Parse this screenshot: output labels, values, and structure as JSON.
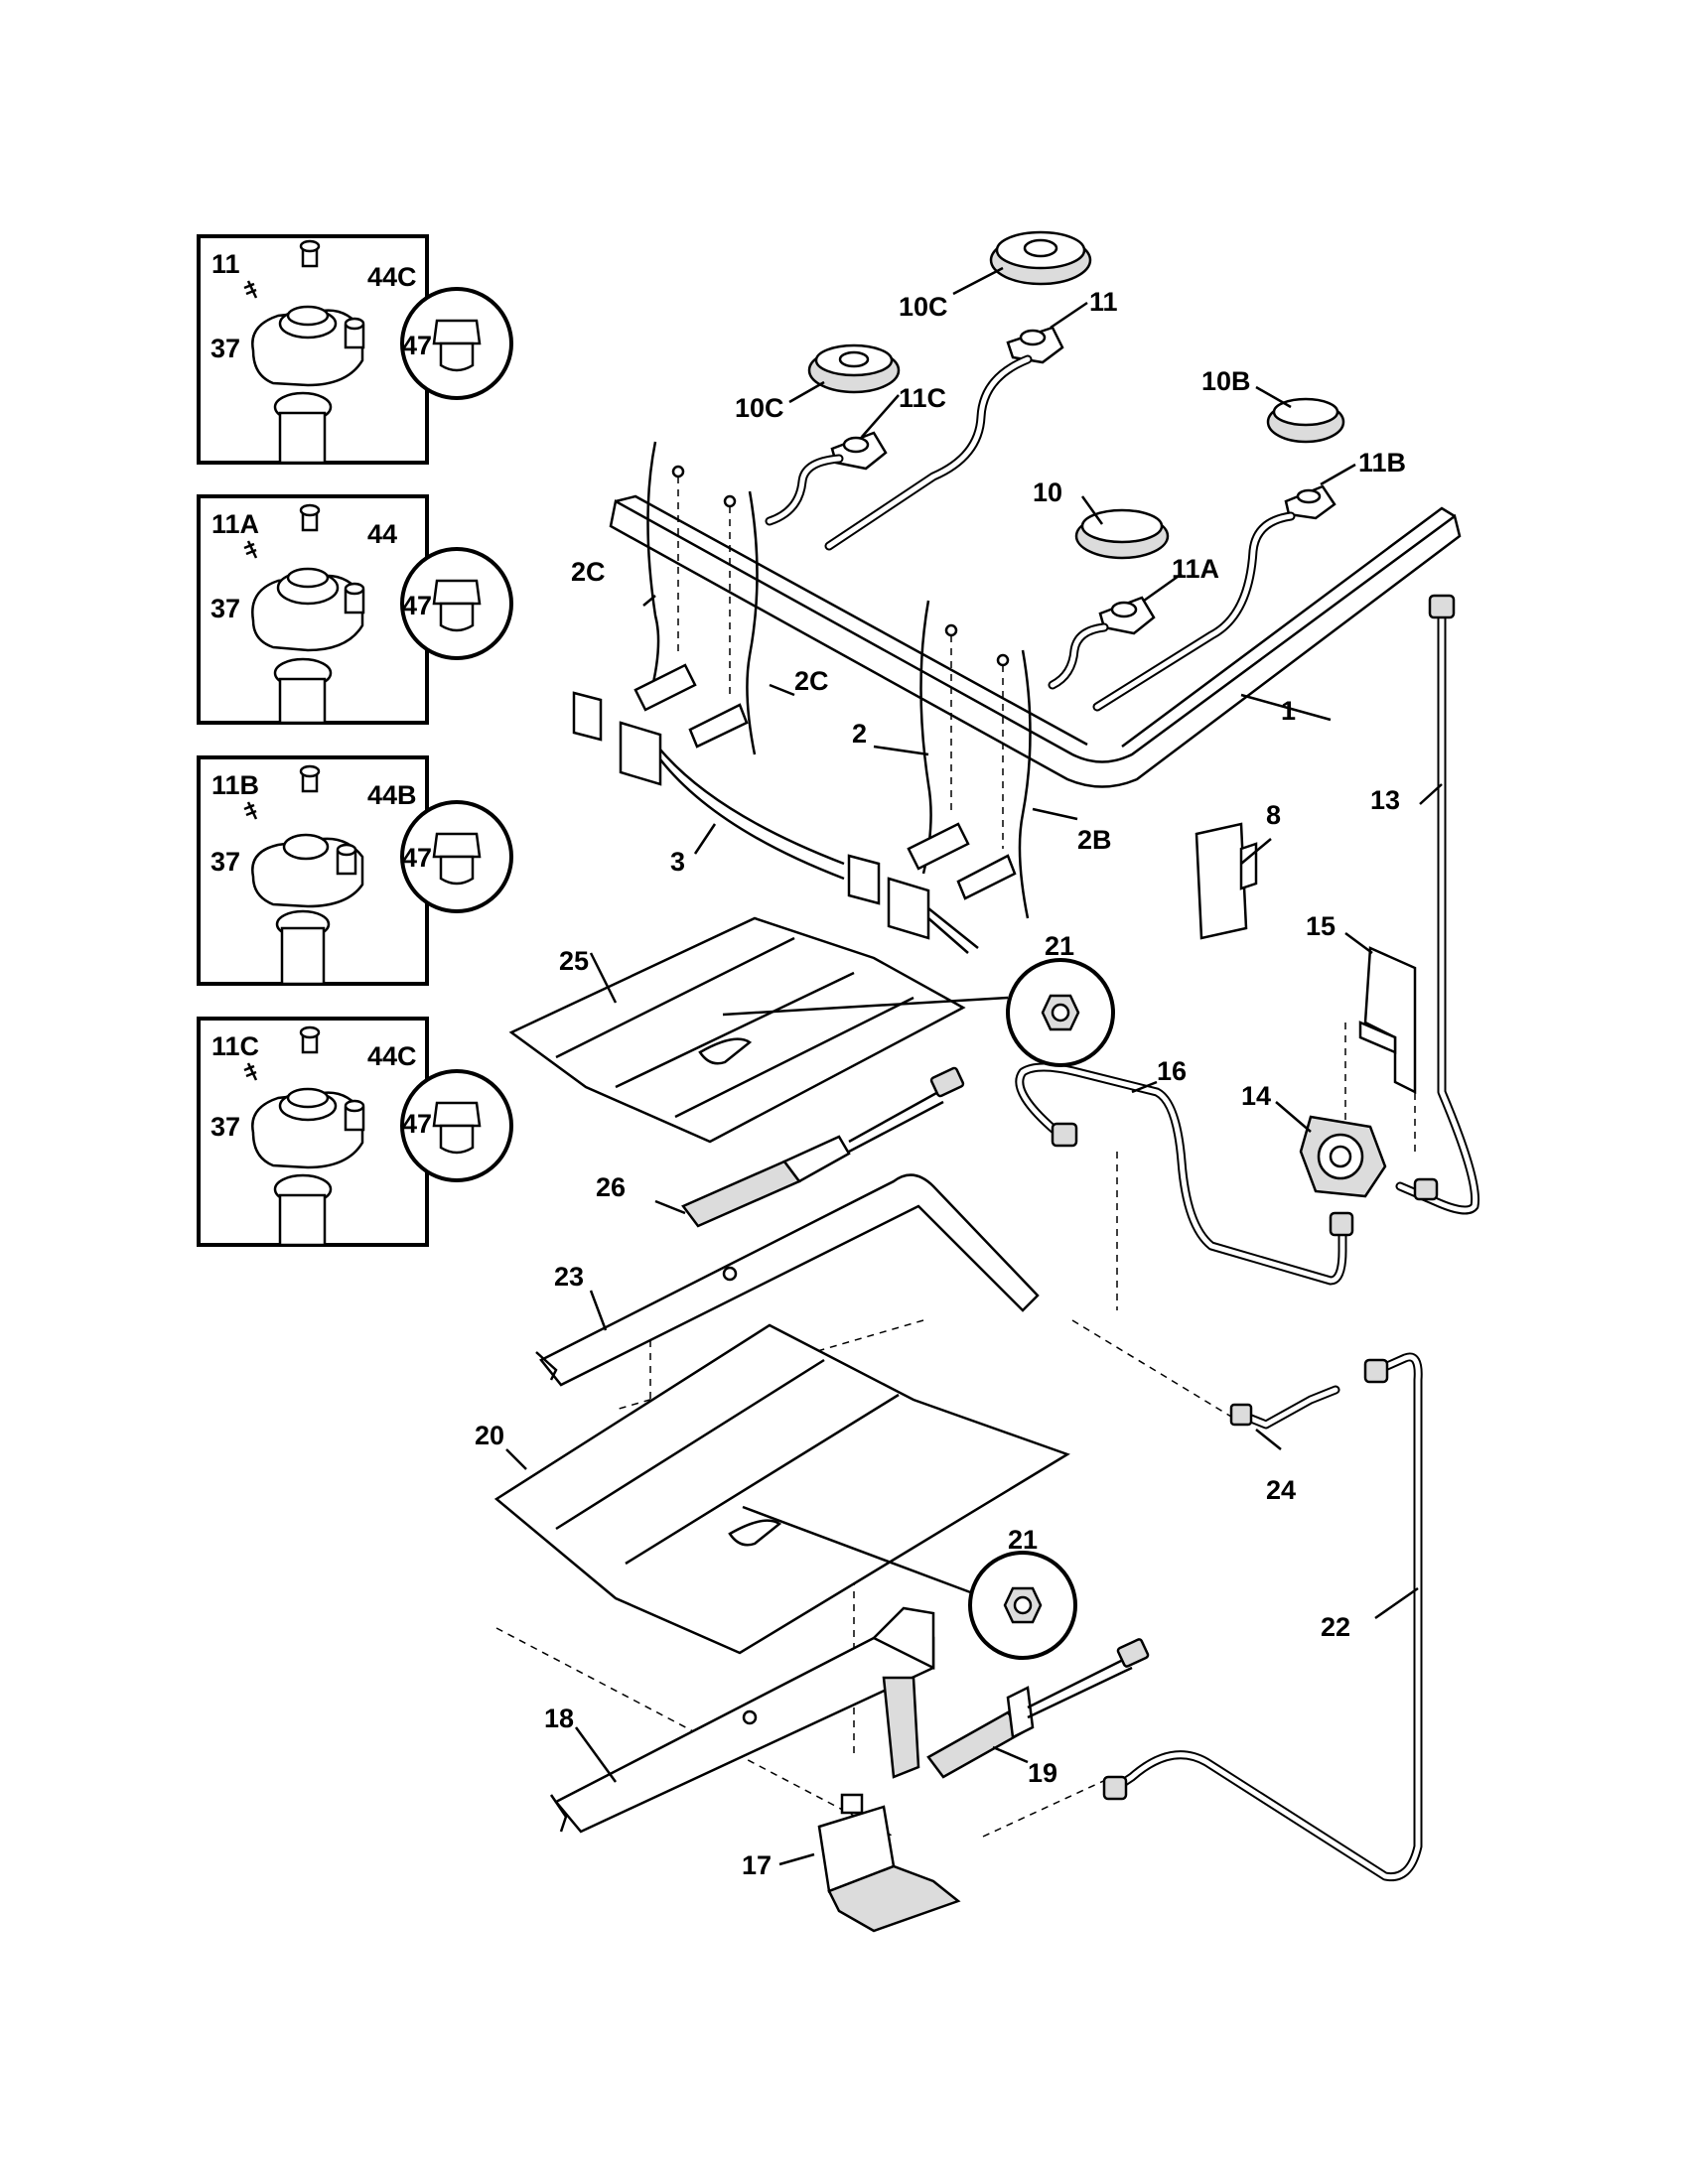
{
  "insets": [
    {
      "title": "11",
      "screw": "44C",
      "screw_side": "37",
      "nozzle": "47"
    },
    {
      "title": "11A",
      "screw": "44",
      "screw_side": "37",
      "nozzle": "47"
    },
    {
      "title": "11B",
      "screw": "44B",
      "screw_side": "37",
      "nozzle": "47"
    },
    {
      "title": "11C",
      "screw": "44C",
      "screw_side": "37",
      "nozzle": "47"
    }
  ],
  "labels": {
    "l10c_a": "10C",
    "l11_top": "11",
    "l10c_b": "10C",
    "l11c": "11C",
    "l10b": "10B",
    "l11b": "11B",
    "l10": "10",
    "l11a": "11A",
    "l2c_a": "2C",
    "l2c_b": "2C",
    "l2": "2",
    "l2b": "2B",
    "l3": "3",
    "l1": "1",
    "l13": "13",
    "l8": "8",
    "l15": "15",
    "l14": "14",
    "l16": "16",
    "l21_a": "21",
    "l21_b": "21",
    "l25": "25",
    "l26": "26",
    "l23": "23",
    "l20": "20",
    "l24": "24",
    "l22": "22",
    "l18": "18",
    "l19": "19",
    "l17": "17"
  }
}
